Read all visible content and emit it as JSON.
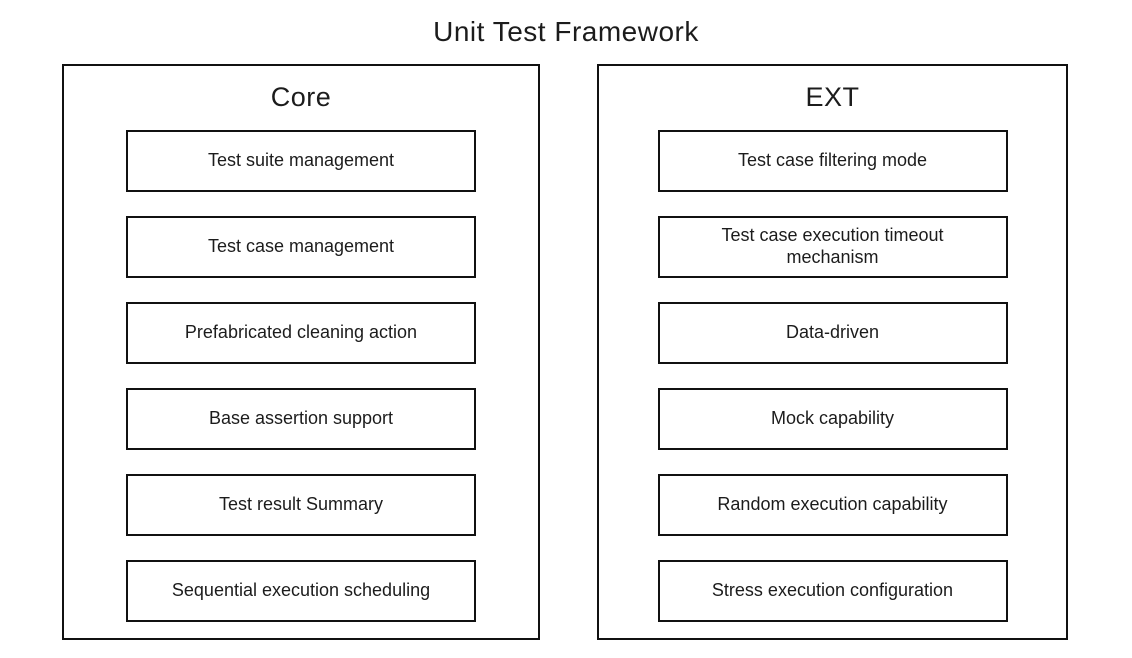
{
  "title": "Unit Test Framework",
  "colors": {
    "background": "#ffffff",
    "border": "#111111",
    "text": "#1c1c1c"
  },
  "groups": [
    {
      "name": "Core",
      "items": [
        "Test suite management",
        "Test case management",
        "Prefabricated cleaning action",
        "Base assertion support",
        "Test result Summary",
        "Sequential execution scheduling"
      ]
    },
    {
      "name": "EXT",
      "items": [
        "Test case filtering mode",
        "Test case execution timeout mechanism",
        "Data-driven",
        "Mock capability",
        "Random execution capability",
        "Stress execution configuration"
      ]
    }
  ]
}
